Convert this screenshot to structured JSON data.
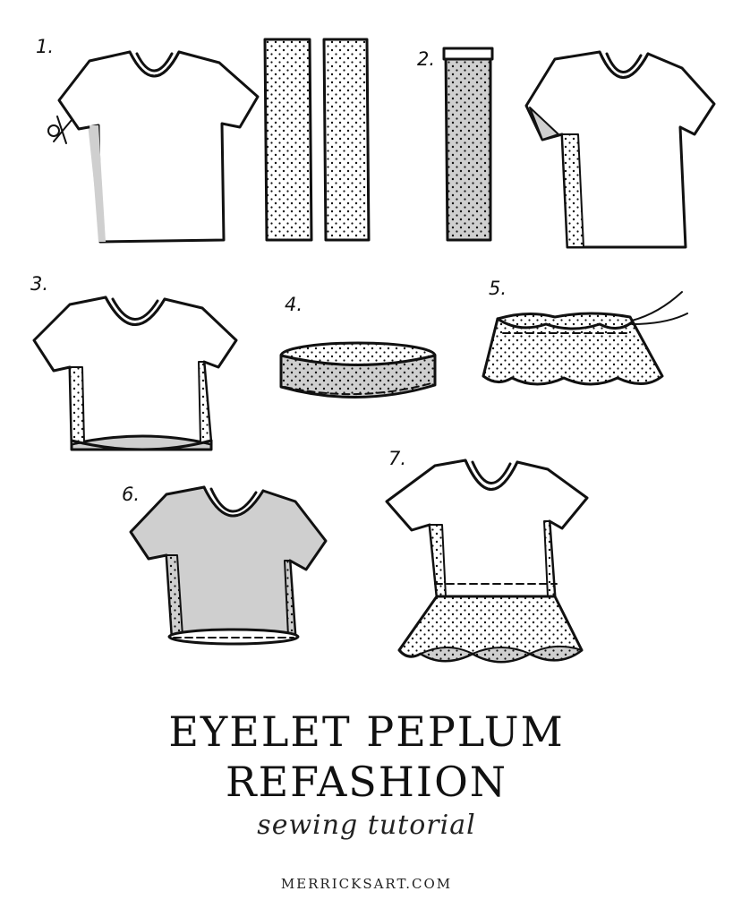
{
  "steps": [
    "1.",
    "2.",
    "3.",
    "4.",
    "5.",
    "6.",
    "7."
  ],
  "title_line1": "EYELET PEPLUM",
  "title_line2": "REFASHION",
  "subtitle": "sewing tutorial",
  "website": "MERRICKSART.COM",
  "colors": {
    "ink": "#111111",
    "fill_gray": "#cfcfcf",
    "paper": "#ffffff"
  },
  "icons": [
    "scissors-icon"
  ]
}
